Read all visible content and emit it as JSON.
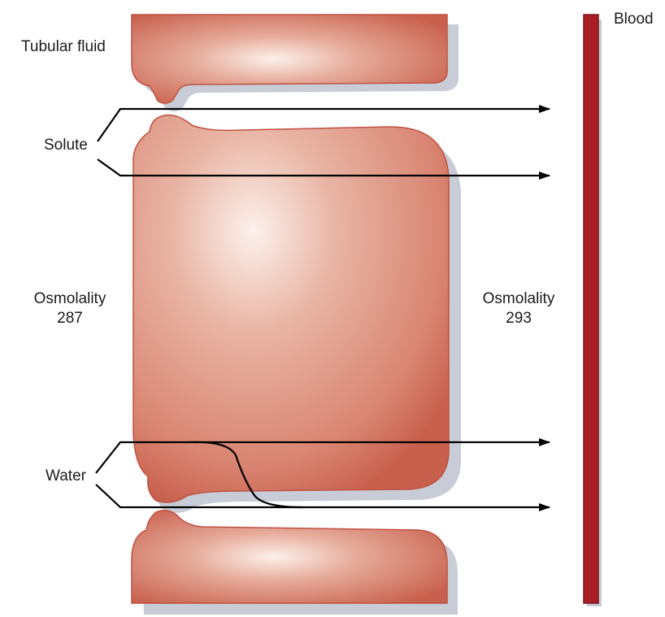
{
  "labels": {
    "tubular_fluid": "Tubular fluid",
    "blood": "Blood",
    "solute": "Solute",
    "water": "Water",
    "osmolality_left_title": "Osmolality",
    "osmolality_left_value": "287",
    "osmolality_right_title": "Osmolality",
    "osmolality_right_value": "293"
  },
  "colors": {
    "cell_edge": "#c65a48",
    "cell_mid": "#de9b88",
    "cell_light": "#fbeee8",
    "blood_vessel": "#a81e24",
    "shadow": "#c8ccd6",
    "arrow": "#000000"
  }
}
